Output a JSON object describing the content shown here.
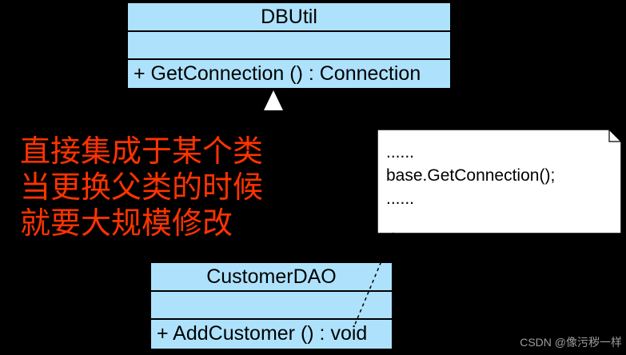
{
  "diagram": {
    "classes": [
      {
        "name": "DBUtil",
        "attributes": "",
        "method": "+ GetConnection () : Connection"
      },
      {
        "name": "CustomerDAO",
        "attributes": "",
        "method": "+ AddCustomer () : void"
      }
    ],
    "note": {
      "line1": "......",
      "line2": "base.GetConnection();",
      "line3": "......"
    },
    "annotation": {
      "line1": "直接集成于某个类",
      "line2": "当更换父类的时候",
      "line3": "就要大规模修改"
    },
    "relationships": {
      "inheritance": "CustomerDAO 继承 DBUtil",
      "note_attachment": "note ..> CustomerDAO"
    },
    "colors": {
      "background": "#000000",
      "class_fill": "#AEE2FC",
      "border": "#000000",
      "note_fill": "#FFFFFF",
      "annotation_text": "#FF3300",
      "inheritance_arrow": "#FFFFFF",
      "watermark_text": "#9C9C9C"
    },
    "watermark": "CSDN @像污秽一样"
  }
}
